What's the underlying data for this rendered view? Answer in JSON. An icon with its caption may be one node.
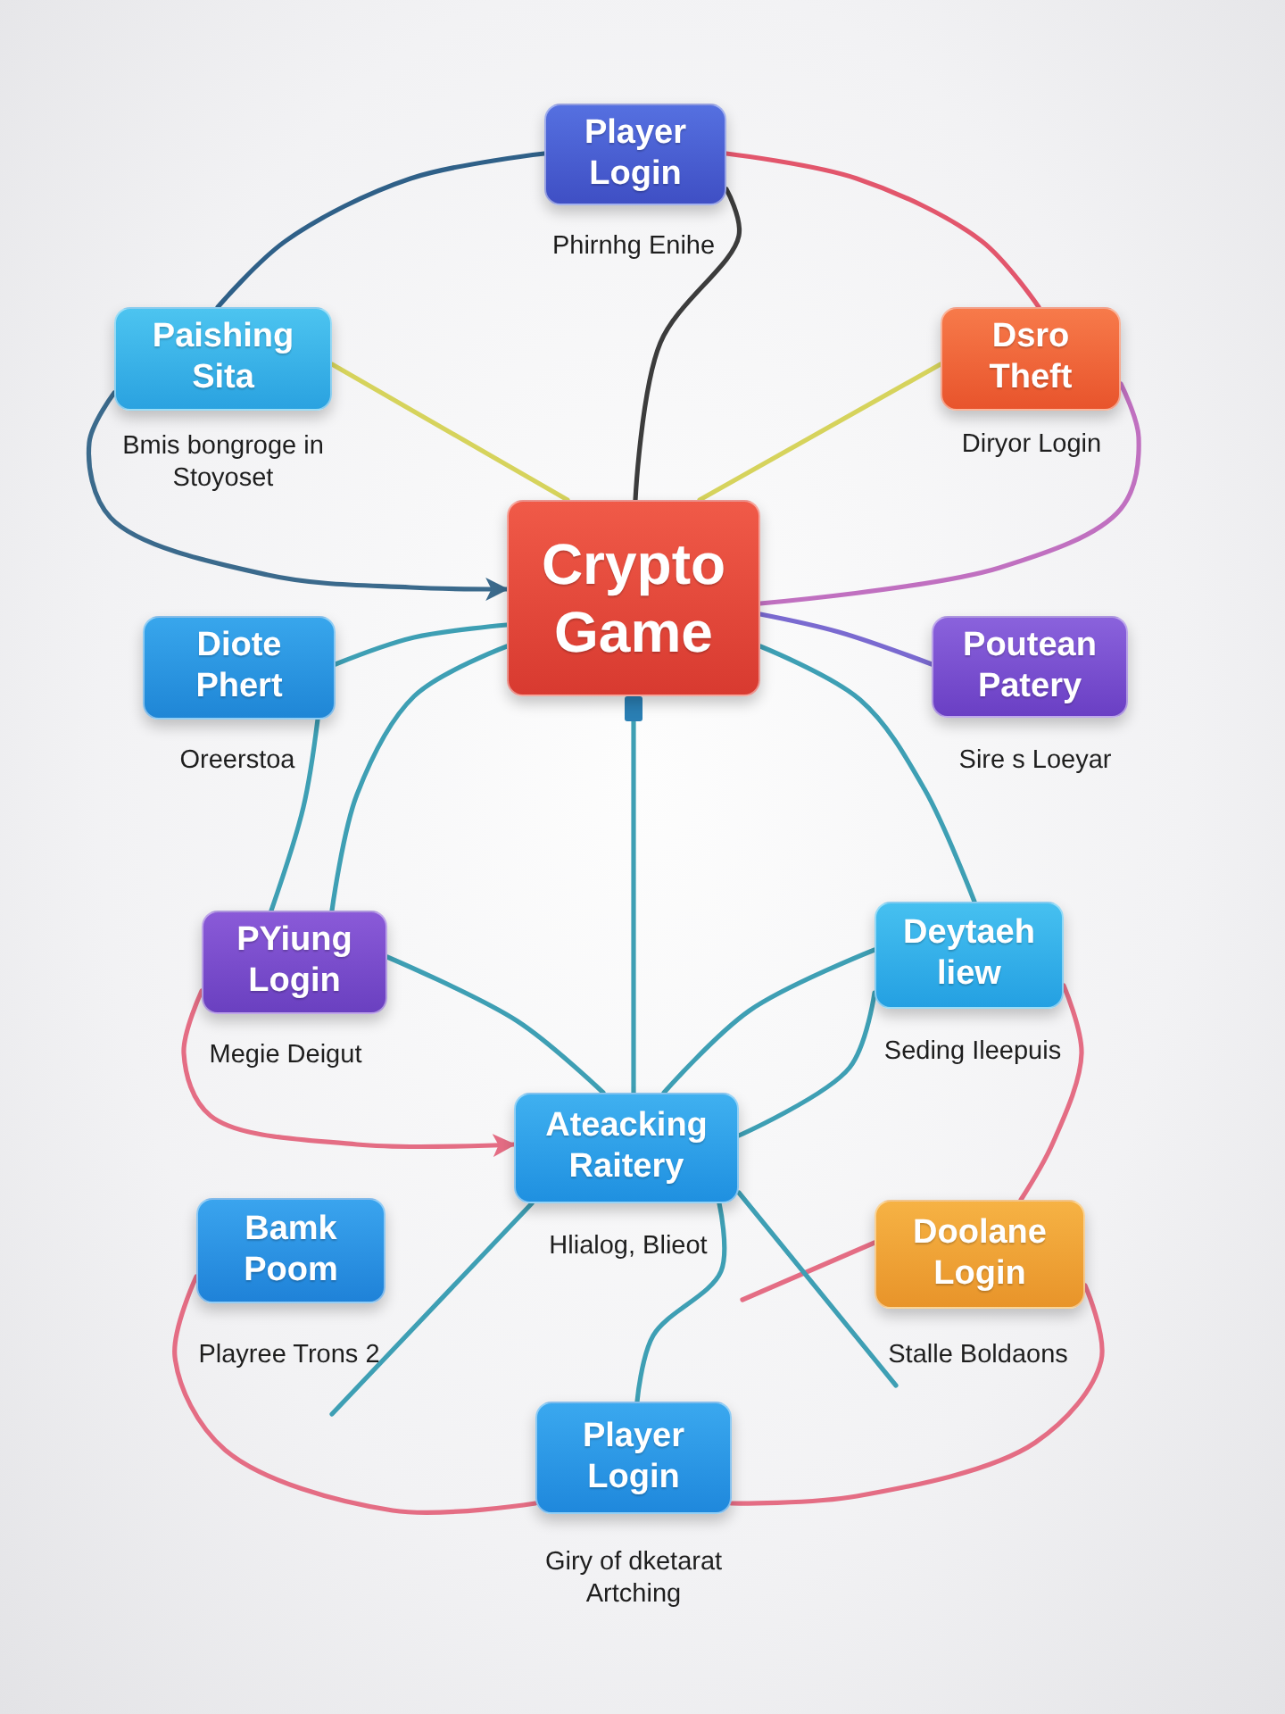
{
  "diagram": {
    "nodes": [
      {
        "text": [
          "Player Login"
        ],
        "beside": [
          "Phirnhg Enihe"
        ]
      },
      {
        "text": [
          "Paishing Sita"
        ],
        "beside": [
          "Bmis bongroge in Stoyoset"
        ]
      },
      {
        "text": [
          "Dsro Theft"
        ],
        "beside": [
          "Diryor Login"
        ]
      },
      {
        "text": [
          "Crypto Game"
        ]
      },
      {
        "text": [
          "Diote Phert"
        ],
        "beside": [
          "Oreerstoa"
        ]
      },
      {
        "text": [
          "Poutean Patery"
        ],
        "beside": [
          "Sire s Loeyar"
        ]
      },
      {
        "text": [
          "PYiung Login"
        ],
        "beside": [
          "Megie Deigut"
        ]
      },
      {
        "text": [
          "Deytaeh liew"
        ],
        "beside": [
          "Seding Ileepuis"
        ]
      },
      {
        "text": [
          "Ateacking Raitery"
        ],
        "beside": [
          "Hlialog, Blieot"
        ]
      },
      {
        "text": [
          "Bamk Poom"
        ],
        "beside": [
          "Playree Trons 2"
        ]
      },
      {
        "text": [
          "Doolane Login"
        ],
        "beside": [
          "Stalle Boldaons"
        ]
      },
      {
        "text": [
          "Player Login"
        ],
        "beside": [
          "Giry of dketarat Artching"
        ]
      }
    ],
    "edges": [
      {
        "from": 0,
        "to": 1,
        "arrow": "none",
        "color": "#2f6088"
      },
      {
        "from": 0,
        "to": 2,
        "arrow": "none",
        "color": "#e2566c"
      },
      {
        "from": 0,
        "to": 3,
        "arrow": "none",
        "color": "#3c3c3c"
      },
      {
        "from": 1,
        "to": 3,
        "arrow": "none",
        "color": "#d6d35c"
      },
      {
        "from": 2,
        "to": 3,
        "arrow": "none",
        "color": "#d6d35c"
      },
      {
        "from": 1,
        "to": 3,
        "arrow": "to",
        "color": "#3b6a8c"
      },
      {
        "from": 2,
        "to": 3,
        "arrow": "none",
        "color": "#c070c0"
      },
      {
        "from": 5,
        "to": 3,
        "arrow": "none",
        "color": "#7a6ad0"
      },
      {
        "from": 3,
        "to": 4,
        "arrow": "none"
      },
      {
        "from": 3,
        "to": 6,
        "arrow": "none"
      },
      {
        "from": 4,
        "to": 6,
        "arrow": "none"
      },
      {
        "from": 3,
        "to": 7,
        "arrow": "none"
      },
      {
        "from": 3,
        "to": 8,
        "arrow": "other"
      },
      {
        "from": 6,
        "to": 8,
        "arrow": "none"
      },
      {
        "from": 7,
        "to": 8,
        "arrow": "none"
      },
      {
        "from": 6,
        "to": 8,
        "arrow": "to",
        "color": "#e46d84"
      },
      {
        "from": 7,
        "to": 8,
        "arrow": "none"
      },
      {
        "from": 7,
        "to": 10,
        "arrow": "none",
        "color": "#e46d84"
      },
      {
        "from": 10,
        "to": null,
        "arrow": "none",
        "color": "#e46d84"
      },
      {
        "from": 8,
        "to": null,
        "arrow": "none"
      },
      {
        "from": 8,
        "to": 11,
        "arrow": "none"
      },
      {
        "from": 8,
        "to": null,
        "arrow": "none"
      },
      {
        "from": 9,
        "to": 11,
        "arrow": "none",
        "color": "#e46d84"
      },
      {
        "from": 10,
        "to": 11,
        "arrow": "none",
        "color": "#e46d84"
      }
    ]
  }
}
